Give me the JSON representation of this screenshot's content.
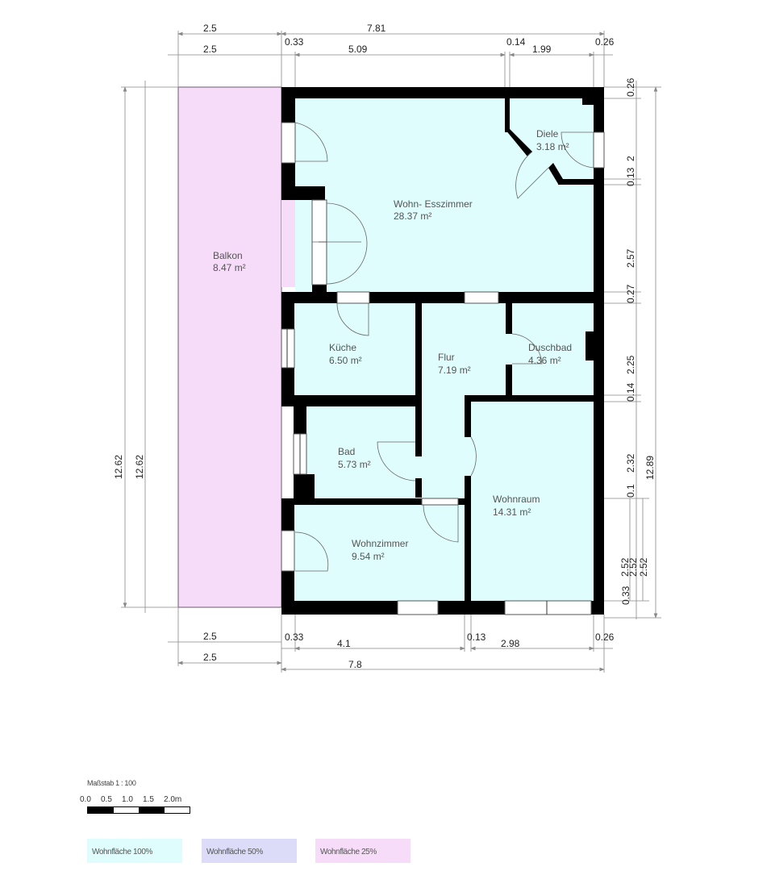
{
  "colors": {
    "living_100": "#e0fdfd",
    "living_50": "#dcdcf8",
    "living_25": "#f6dcf8",
    "wall": "#000000",
    "dimension_line": "#888888"
  },
  "rooms": [
    {
      "name": "Wohn- Esszimmer",
      "area": "28.37 m²"
    },
    {
      "name": "Diele",
      "area": "3.18 m²"
    },
    {
      "name": "Balkon",
      "area": "8.47 m²"
    },
    {
      "name": "Küche",
      "area": "6.50 m²"
    },
    {
      "name": "Flur",
      "area": "7.19 m²"
    },
    {
      "name": "Duschbad",
      "area": "4.36 m²"
    },
    {
      "name": "Bad",
      "area": "5.73 m²"
    },
    {
      "name": "Wohnraum",
      "area": "14.31 m²"
    },
    {
      "name": "Wohnzimmer",
      "area": "9.54 m²"
    }
  ],
  "dimensions": {
    "top": {
      "balcony_outer": "2.5",
      "balcony_inner": "2.5",
      "total": "7.81",
      "wall_left": "0.33",
      "segment_1": "5.09",
      "wall_mid": "0.14",
      "segment_2": "1.99",
      "wall_right": "0.26"
    },
    "bottom": {
      "balcony_outer": "2.5",
      "balcony_inner": "2.5",
      "wall_left": "0.33",
      "segment_1": "4.1",
      "wall_mid": "0.13",
      "segment_2": "2.98",
      "wall_right": "0.26",
      "total": "7.8"
    },
    "left": {
      "outer": "12.62",
      "inner": "12.62"
    },
    "right": {
      "d1": "0.26",
      "d2": "2",
      "d3": "0.13",
      "d4": "2.57",
      "d5": "0.27",
      "d6": "2.25",
      "d7": "0.14",
      "d8": "2.32",
      "d9": "0.1",
      "d10": "2.52",
      "d11": "2.52",
      "d12": "2.52",
      "d13": "0.33",
      "total": "12.89"
    }
  },
  "scale": {
    "title": "Maßstab 1 : 100",
    "ticks": [
      "0.0",
      "0.5",
      "1.0",
      "1.5",
      "2.0m"
    ]
  },
  "legend": [
    {
      "label": "Wohnfläche 100%"
    },
    {
      "label": "Wohnfläche 50%"
    },
    {
      "label": "Wohnfläche 25%"
    }
  ]
}
